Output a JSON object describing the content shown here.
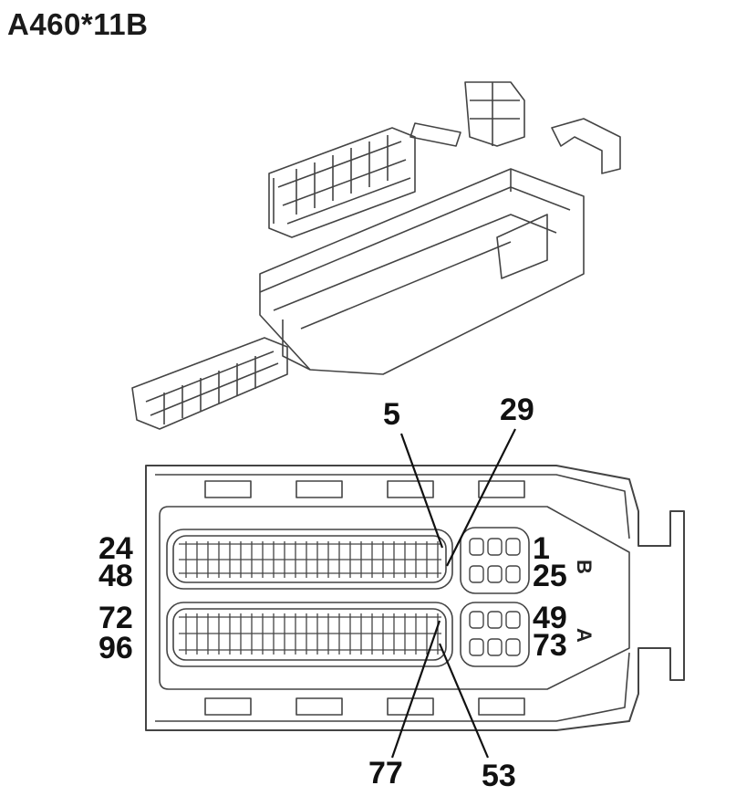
{
  "title": "A460*11B",
  "pin_labels": {
    "top_left": "5",
    "top_right": "29",
    "left_row1": "24",
    "left_row2": "48",
    "left_row3": "72",
    "left_row4": "96",
    "right_row1": "1",
    "right_row2": "25",
    "right_row3": "49",
    "right_row4": "73",
    "bottom_left": "77",
    "bottom_right": "53"
  },
  "section_labels": {
    "upper": "B",
    "lower": "A"
  }
}
